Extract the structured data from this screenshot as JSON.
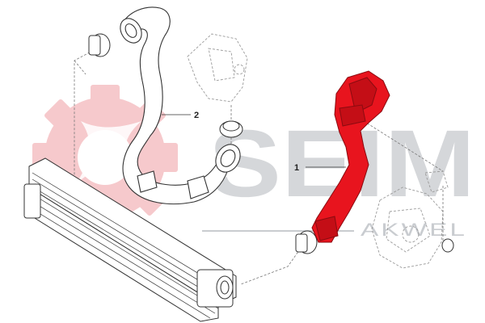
{
  "callouts": [
    {
      "label": "1",
      "part": "intercooler-outlet-hose"
    },
    {
      "label": "2",
      "part": "turbo-inlet-hose"
    }
  ],
  "watermark": {
    "logo_text": "SEIM",
    "sub_text": "AKWEL",
    "gear_color": "#f6c9cc",
    "text_color": "#d5d7da"
  },
  "colors": {
    "highlight_part": "#e8141e",
    "line_art": "#333333",
    "ghost_part": "#9a9a9a"
  },
  "icons": [
    "gear-icon",
    "hose-icon",
    "intercooler-icon",
    "clamp-icon"
  ]
}
